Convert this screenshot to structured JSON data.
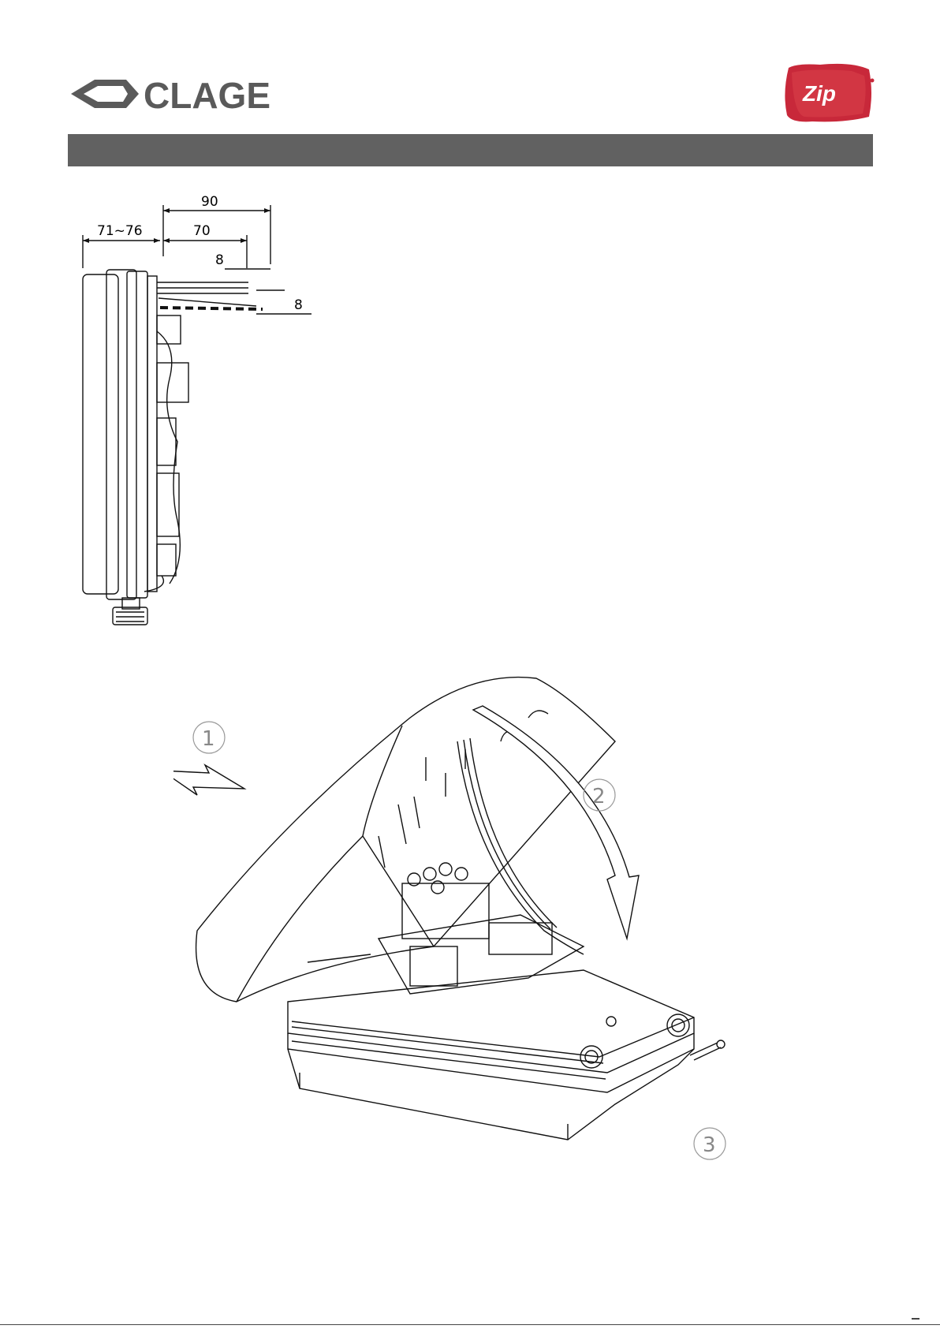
{
  "brand": {
    "clage_logo_text": "CLAGE",
    "zip_logo_text": "Zip",
    "zip_color": "#c8283a",
    "clage_color": "#5a5a5a"
  },
  "header": {
    "bar_color": "#616161"
  },
  "side_view": {
    "dimensions": [
      "90",
      "71~76",
      "70",
      "8",
      "8"
    ]
  },
  "install_view": {
    "steps": [
      "1",
      "2",
      "3"
    ]
  }
}
